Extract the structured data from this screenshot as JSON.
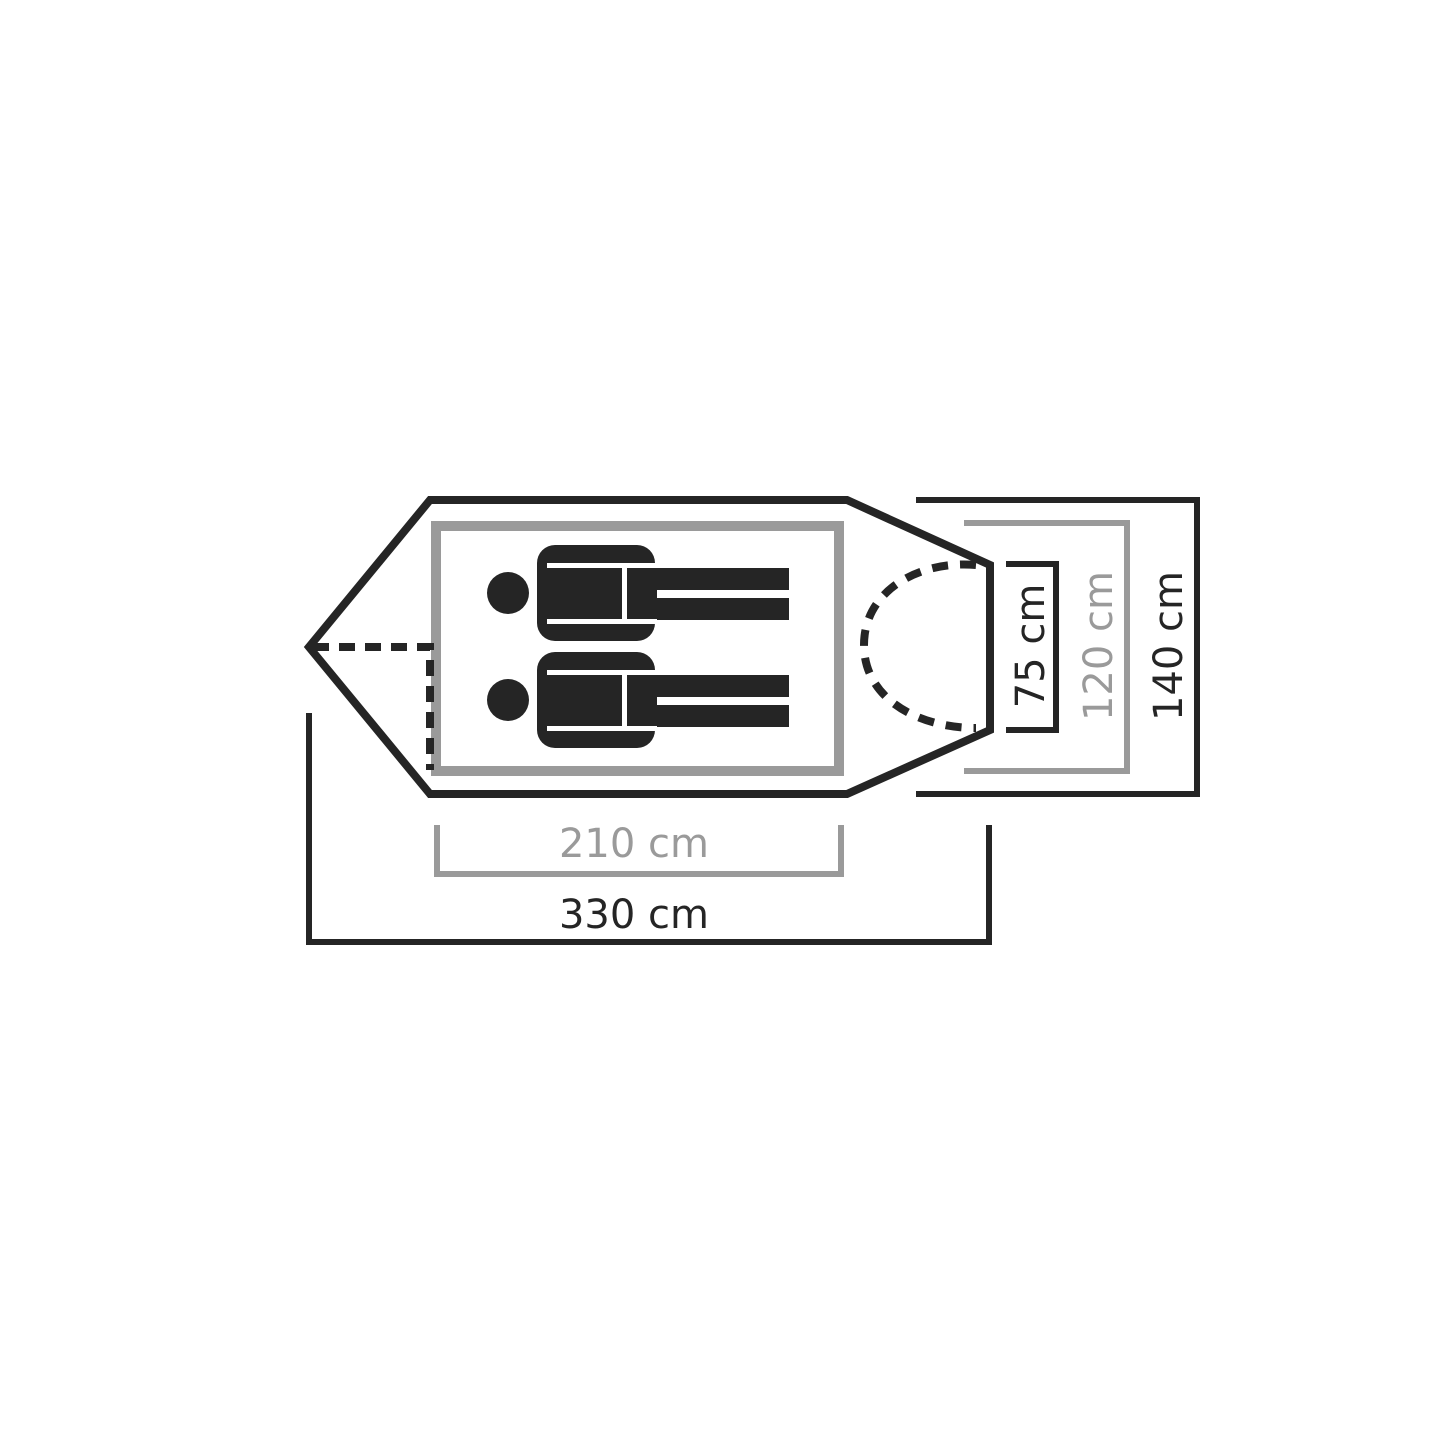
{
  "colors": {
    "dark": "#252525",
    "gray": "#9a9a9a"
  },
  "dimensions": {
    "total_length": "330 cm",
    "inner_length": "210 cm",
    "total_width": "140 cm",
    "inner_width": "120 cm",
    "entrance_width": "75 cm"
  },
  "persons": 2
}
